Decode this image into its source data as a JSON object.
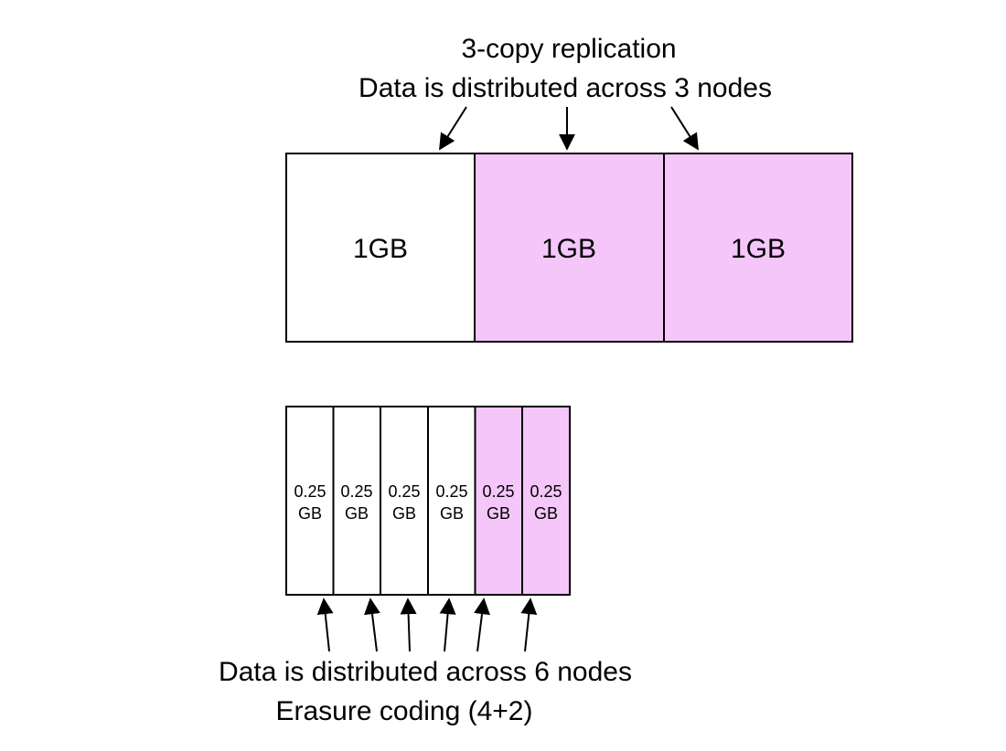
{
  "colors": {
    "plain": "#ffffff",
    "highlight": "#f5c6fa",
    "stroke": "#000000"
  },
  "replication": {
    "title": "3-copy replication",
    "subtitle": "Data is distributed across 3 nodes",
    "blocks": [
      {
        "label": "1GB",
        "highlighted": false
      },
      {
        "label": "1GB",
        "highlighted": true
      },
      {
        "label": "1GB",
        "highlighted": true
      }
    ]
  },
  "erasure": {
    "caption_line1": "Data is distributed across 6 nodes",
    "caption_line2": "Erasure coding (4+2)",
    "blocks": [
      {
        "value": "0.25",
        "unit": "GB",
        "highlighted": false
      },
      {
        "value": "0.25",
        "unit": "GB",
        "highlighted": false
      },
      {
        "value": "0.25",
        "unit": "GB",
        "highlighted": false
      },
      {
        "value": "0.25",
        "unit": "GB",
        "highlighted": false
      },
      {
        "value": "0.25",
        "unit": "GB",
        "highlighted": true
      },
      {
        "value": "0.25",
        "unit": "GB",
        "highlighted": true
      }
    ]
  }
}
